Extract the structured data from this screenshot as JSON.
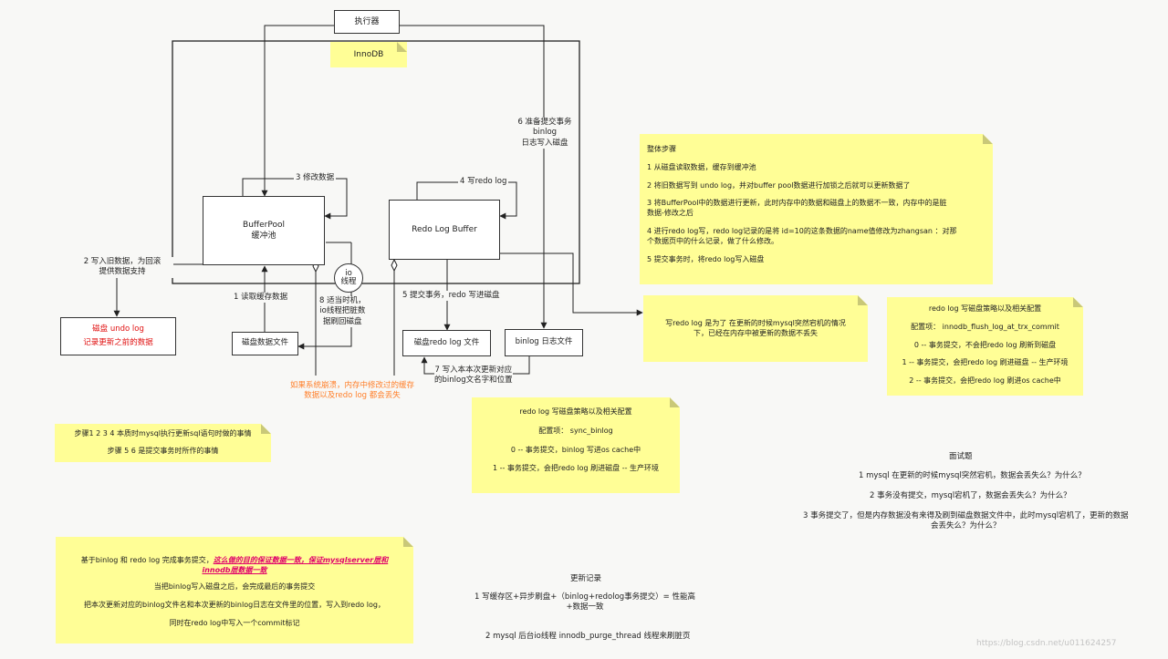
{
  "executor": "执行器",
  "innodb": "InnoDB",
  "buffer_pool": "BufferPool\n缓冲池",
  "redo_log_buffer": "Redo Log Buffer",
  "io_thread": "io\n线程",
  "undo_box": {
    "line1": "磁盘 undo log",
    "line2": "记录更新之前的数据"
  },
  "disk_data_file": "磁盘数据文件",
  "disk_redo_file": "磁盘redo log 文件",
  "binlog_file": "binlog 日志文件",
  "labels": {
    "step1": "1 读取缓存数据",
    "step2": "2 写入旧数据，为回滚\n提供数据支持",
    "step3": "3 修改数据",
    "step4": "4 写redo log",
    "step5": "5 提交事务，redo 写进磁盘",
    "step6": "6 准备提交事务\nbinlog\n日志写入磁盘",
    "step7": "7 写入本本次更新对应\n的binlog文名字和位置",
    "step8": "8 适当时机，\nio线程把脏数\n据刷回磁盘",
    "crash": "如果系统崩溃，内存中修改过的缓存\n数据以及redo log 都会丢失"
  },
  "notes": {
    "overall": {
      "title": "整体步骤",
      "lines": [
        "1 从磁盘读取数据，缓存到缓冲池",
        "2 将旧数据写到 undo log，并对buffer pool数据进行加锁之后就可以更新数据了",
        "3  将BufferPool中的数据进行更新，此时内存中的数据和磁盘上的数据不一致，内存中的是脏\n数据-修改之后",
        "4 进行redo log写，redo log记录的是将 id=10的这条数据的name值修改为zhangsan  ：对那\n个数据页中的什么记录，做了什么修改。",
        "5 提交事务时，将redo log写入磁盘"
      ]
    },
    "redo_purpose": "写redo log 是为了 在更新的时候mysql突然宕机的情况\n下，已经在内存中被更新的数据不丢失",
    "redo_policy_right": {
      "title": "redo log 写磁盘策略以及相关配置",
      "config": "配置项：  innodb_flush_log_at_trx_commit",
      "items": [
        "0 -- 事务提交，不会把redo log 刷新到磁盘",
        "1 -- 事务提交，会把redo log 刷进磁盘 -- 生产环境",
        "2 -- 事务提交，会把redo log 刷进os cache中"
      ]
    },
    "redo_policy_center": {
      "title": "redo log 写磁盘策略以及相关配置",
      "config": "配置项：  sync_binlog",
      "items": [
        "0 -- 事务提交，binlog 写进os cache中",
        "1 -- 事务提交，会把redo log 刷进磁盘 -- 生产环境"
      ]
    },
    "steps_note": {
      "line1": "步骤1 2 3 4 本质时mysql执行更新sql语句时做的事情",
      "line2": "步骤 5 6 是提交事务时所作的事情"
    },
    "commit_note": {
      "line1_a": "基于binlog 和 redo log 完成事务提交，",
      "line1_b": "这么做的目的保证数据一致，保证mysqlserver层和\ninnodb层数据一致",
      "line2": "当把binlog写入磁盘之后，会完成最后的事务提交",
      "line3": "把本次更新对应的binlog文件名和本次更新的binlog日志在文件里的位置，写入到redo log，",
      "line4": "同时在redo log中写入一个commit标记"
    }
  },
  "interview": {
    "title": "面试题",
    "q1": "1 mysql 在更新的时候mysql突然宕机，数据会丢失么？为什么？",
    "q2": "2 事务没有提交，mysql宕机了，数据会丢失么？为什么？",
    "q3": "3  事务提交了，但是内存数据没有来得及刷到磁盘数据文件中，此时mysql宕机了，更新的数据\n会丢失么？为什么？"
  },
  "changelog": {
    "title": "更新记录",
    "item1": "1  写缓存区+异步刷盘+（binlog+redolog事务提交）= 性能高\n+数据一致",
    "item2": "2 mysql 后台io线程 innodb_purge_thread 线程来刷脏页"
  },
  "watermark": "https://blog.csdn.net/u011624257"
}
